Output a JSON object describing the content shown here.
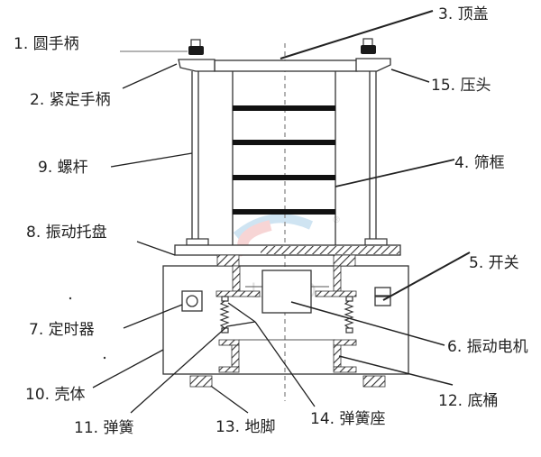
{
  "diagram": {
    "type": "mechanical-assembly",
    "subject": "vibrating test sieve shaker",
    "labels": [
      {
        "id": 1,
        "text": "1. 圆手柄"
      },
      {
        "id": 2,
        "text": "2. 紧定手柄"
      },
      {
        "id": 3,
        "text": "3. 顶盖"
      },
      {
        "id": 4,
        "text": "4. 筛框"
      },
      {
        "id": 5,
        "text": "5. 开关"
      },
      {
        "id": 6,
        "text": "6. 振动电机"
      },
      {
        "id": 7,
        "text": "7. 定时器"
      },
      {
        "id": 8,
        "text": "8. 振动托盘"
      },
      {
        "id": 9,
        "text": "9. 螺杆"
      },
      {
        "id": 10,
        "text": "10. 壳体"
      },
      {
        "id": 11,
        "text": "11. 弹簧"
      },
      {
        "id": 12,
        "text": "12. 底桶"
      },
      {
        "id": 13,
        "text": "13. 地脚"
      },
      {
        "id": 14,
        "text": "14. 弹簧座"
      },
      {
        "id": 15,
        "text": "15. 压头"
      }
    ],
    "colors": {
      "line": "#333333",
      "bar": "#111111",
      "centerline": "#999999",
      "watermark_red": "#f2b3b3",
      "watermark_blue": "#a9cfe8"
    }
  }
}
